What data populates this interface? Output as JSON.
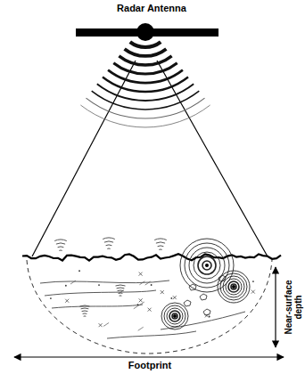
{
  "diagram": {
    "labels": [
      "Radar Antenna",
      "Near-surface depth",
      "Footprint"
    ]
  }
}
